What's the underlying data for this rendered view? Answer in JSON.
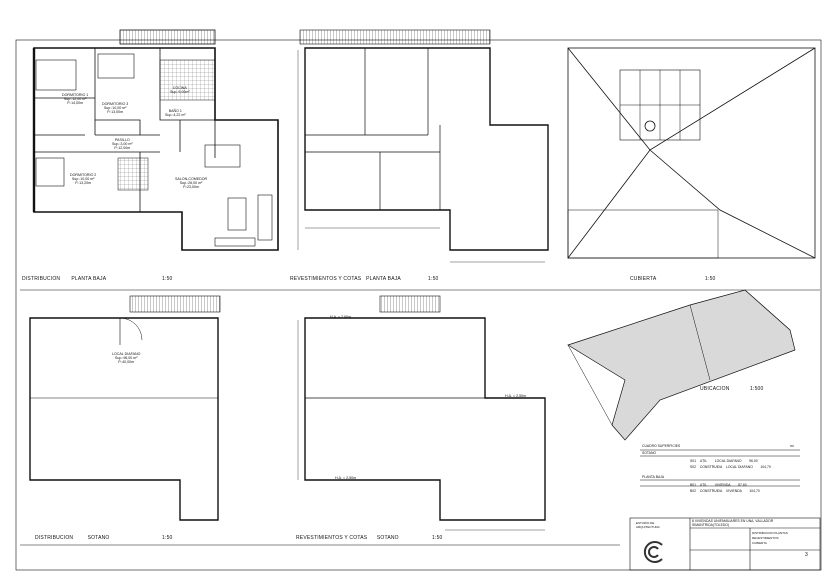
{
  "panels": {
    "p1": {
      "title": "DISTRIBUCION",
      "sub": "PLANTA BAJA",
      "scale": "1:50"
    },
    "p2": {
      "title": "REVESTIMIENTOS Y COTAS",
      "sub": "PLANTA BAJA",
      "scale": "1:50"
    },
    "p3": {
      "title": "CUBIERTA",
      "sub": "",
      "scale": "1:50"
    },
    "p4": {
      "title": "DISTRIBUCION",
      "sub": "SOTANO",
      "scale": "1:50"
    },
    "p5": {
      "title": "REVESTIMIENTOS Y COTAS",
      "sub": "SOTANO",
      "scale": "1:50"
    },
    "p6": {
      "title": "UBICACION",
      "sub": "",
      "scale": "1:500"
    }
  },
  "rooms": {
    "d1": "DORMITORIO 1\nSup.:12,00 m²\nP.:14,00m",
    "d3": "DORMITORIO 3\nSup.:10,00 m²\nP.:13,00m",
    "bano1": "BAÑO 1\nSup.:4,22 m²",
    "cocina": "COCINA\nSup.:9,00m²",
    "pasillo": "PASILLO\nSup.:3,00 m²\nP.:12,00m",
    "d2": "DORMITORIO 2\nSup.:10,00 m²\nP.:13,20m",
    "salon": "SALON-COMEDOR\nSup.:26,00 m²\nP.:23,00m",
    "local": "LOCAL DIAFANO\nSup.:96,00 m²\nP.:40,00m"
  },
  "cotas": {
    "ha1": "H.A. = 2,60m",
    "ha2": "H.A. = 2,50m",
    "ha3": "H.A. = 2,50m"
  },
  "superficies": {
    "header": "CUADRO SUPERFICIES",
    "unit": "m²",
    "sections": [
      {
        "name": "SOTANO",
        "rows": [
          [
            "S01",
            "UTIL",
            "LOCAL DIAFANO",
            "96,00"
          ],
          [
            "S02",
            "CONSTRUIDA",
            "LOCAL DIAFANO",
            "104,70"
          ]
        ]
      },
      {
        "name": "PLANTA BAJA",
        "rows": [
          [
            "B01",
            "UTIL",
            "VIVIENDA",
            "87,60"
          ],
          [
            "B02",
            "CONSTRUIDA",
            "VIVIENDA",
            "104,70"
          ]
        ]
      }
    ]
  },
  "cartela": {
    "project": "8 VIVIENDAS UNIFAMILIARES EN UNA, VALLADOR\nSIMANTRIDA(TOLEDO)",
    "left": [
      "ESTUDIO DE",
      "ARQUITECTURA"
    ],
    "rows": [
      "DISTRIBUCION PLANTAS",
      "REVESTIMIENTOS",
      "CUBIERTA"
    ],
    "num": "3"
  }
}
